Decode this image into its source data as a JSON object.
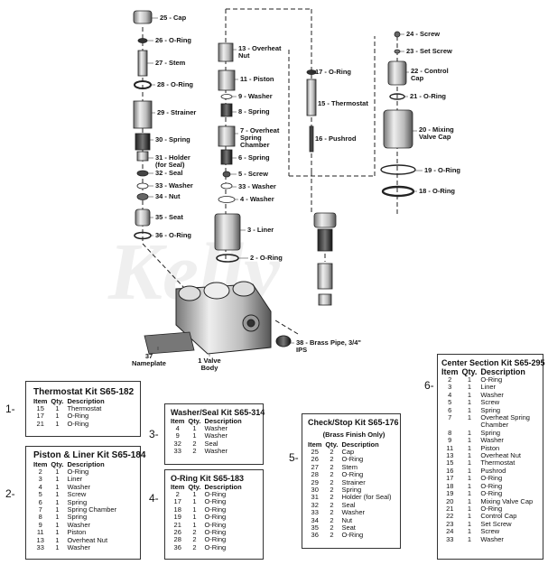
{
  "watermark": "Kelly",
  "part_labels": {
    "p25": "25 - Cap",
    "p26": "26 - O-Ring",
    "p27": "27 - Stem",
    "p28": "28 - O-Ring",
    "p29": "29 - Strainer",
    "p30": "30 - Spring",
    "p31": "31 - Holder (for Seal)",
    "p32": "32 - Seal",
    "p33a": "33 - Washer",
    "p34": "34 - Nut",
    "p35": "35 - Seat",
    "p36": "36 - O-Ring",
    "p13": "13 - Overheat Nut",
    "p11": "11 - Piston",
    "p9": "9 - Washer",
    "p8": "8 - Spring",
    "p7": "7 - Overheat Spring Chamber",
    "p6": "6 - Spring",
    "p5": "5 - Screw",
    "p33b": "33 - Washer",
    "p4": "4 - Washer",
    "p3": "3 - Liner",
    "p2": "2 - O-Ring",
    "p17": "17 - O-Ring",
    "p15": "15 - Thermostat",
    "p16": "16 - Pushrod",
    "p24": "24 - Screw",
    "p23": "23 - Set Screw",
    "p22": "22 - Control Cap",
    "p21": "21 - O-Ring",
    "p20": "20 - Mixing Valve Cap",
    "p19": "19 - O-Ring",
    "p18": "18 - O-Ring",
    "p38": "38 - Brass Pipe, 3/4\" IPS",
    "p37": "37 Nameplate",
    "p1": "1 Valve Body"
  },
  "kits": {
    "k1": {
      "number": "1-",
      "title": "Thermostat Kit S65-182",
      "headers": [
        "Item",
        "Qty.",
        "Description"
      ],
      "rows": [
        [
          "15",
          "1",
          "Thermostat"
        ],
        [
          "17",
          "1",
          "O-Ring"
        ],
        [
          "21",
          "1",
          "O-Ring"
        ]
      ]
    },
    "k2": {
      "number": "2-",
      "title": "Piston & Liner Kit S65-184",
      "headers": [
        "Item",
        "Qty.",
        "Description"
      ],
      "rows": [
        [
          "2",
          "1",
          "O-Ring"
        ],
        [
          "3",
          "1",
          "Liner"
        ],
        [
          "4",
          "1",
          "Washer"
        ],
        [
          "5",
          "1",
          "Screw"
        ],
        [
          "6",
          "1",
          "Spring"
        ],
        [
          "7",
          "1",
          "Spring Chamber"
        ],
        [
          "8",
          "1",
          "Spring"
        ],
        [
          "9",
          "1",
          "Washer"
        ],
        [
          "11",
          "1",
          "Piston"
        ],
        [
          "13",
          "1",
          "Overheat Nut"
        ],
        [
          "33",
          "1",
          "Washer"
        ]
      ]
    },
    "k3": {
      "number": "3-",
      "title": "Washer/Seal Kit S65-314",
      "headers": [
        "Item",
        "Qty.",
        "Description"
      ],
      "rows": [
        [
          "4",
          "1",
          "Washer"
        ],
        [
          "9",
          "1",
          "Washer"
        ],
        [
          "32",
          "2",
          "Seal"
        ],
        [
          "33",
          "2",
          "Washer"
        ]
      ]
    },
    "k4": {
      "number": "4-",
      "title": "O-Ring Kit S65-183",
      "headers": [
        "Item",
        "Qty.",
        "Description"
      ],
      "rows": [
        [
          "2",
          "1",
          "O-Ring"
        ],
        [
          "17",
          "1",
          "O-Ring"
        ],
        [
          "18",
          "1",
          "O-Ring"
        ],
        [
          "19",
          "1",
          "O-Ring"
        ],
        [
          "21",
          "1",
          "O-Ring"
        ],
        [
          "26",
          "2",
          "O-Ring"
        ],
        [
          "28",
          "2",
          "O-Ring"
        ],
        [
          "36",
          "2",
          "O-Ring"
        ]
      ]
    },
    "k5": {
      "number": "5-",
      "title": "Check/Stop Kit S65-176",
      "subtitle": "(Brass Finish Only)",
      "headers": [
        "Item",
        "Qty.",
        "Description"
      ],
      "rows": [
        [
          "25",
          "2",
          "Cap"
        ],
        [
          "26",
          "2",
          "O-Ring"
        ],
        [
          "27",
          "2",
          "Stem"
        ],
        [
          "28",
          "2",
          "O-Ring"
        ],
        [
          "29",
          "2",
          "Strainer"
        ],
        [
          "30",
          "2",
          "Spring"
        ],
        [
          "31",
          "2",
          "Holder (for Seal)"
        ],
        [
          "32",
          "2",
          "Seal"
        ],
        [
          "33",
          "2",
          "Washer"
        ],
        [
          "34",
          "2",
          "Nut"
        ],
        [
          "35",
          "2",
          "Seat"
        ],
        [
          "36",
          "2",
          "O-Ring"
        ]
      ]
    },
    "k6": {
      "number": "6-",
      "title": "Center Section Kit S65-295",
      "headers": [
        "Item",
        "Qty.",
        "Description"
      ],
      "rows": [
        [
          "2",
          "1",
          "O-Ring"
        ],
        [
          "3",
          "1",
          "Liner"
        ],
        [
          "4",
          "1",
          "Washer"
        ],
        [
          "5",
          "1",
          "Screw"
        ],
        [
          "6",
          "1",
          "Spring"
        ],
        [
          "7",
          "1",
          "Overheat Spring Chamber"
        ],
        [
          "8",
          "1",
          "Spring"
        ],
        [
          "9",
          "1",
          "Washer"
        ],
        [
          "11",
          "1",
          "Piston"
        ],
        [
          "13",
          "1",
          "Overheat Nut"
        ],
        [
          "15",
          "1",
          "Thermostat"
        ],
        [
          "16",
          "1",
          "Pushrod"
        ],
        [
          "17",
          "1",
          "O-Ring"
        ],
        [
          "18",
          "1",
          "O-Ring"
        ],
        [
          "19",
          "1",
          "O-Ring"
        ],
        [
          "20",
          "1",
          "Mixing Valve Cap"
        ],
        [
          "21",
          "1",
          "O-Ring"
        ],
        [
          "22",
          "1",
          "Control Cap"
        ],
        [
          "23",
          "1",
          "Set Screw"
        ],
        [
          "24",
          "1",
          "Screw"
        ],
        [
          "33",
          "1",
          "Washer"
        ]
      ]
    }
  }
}
